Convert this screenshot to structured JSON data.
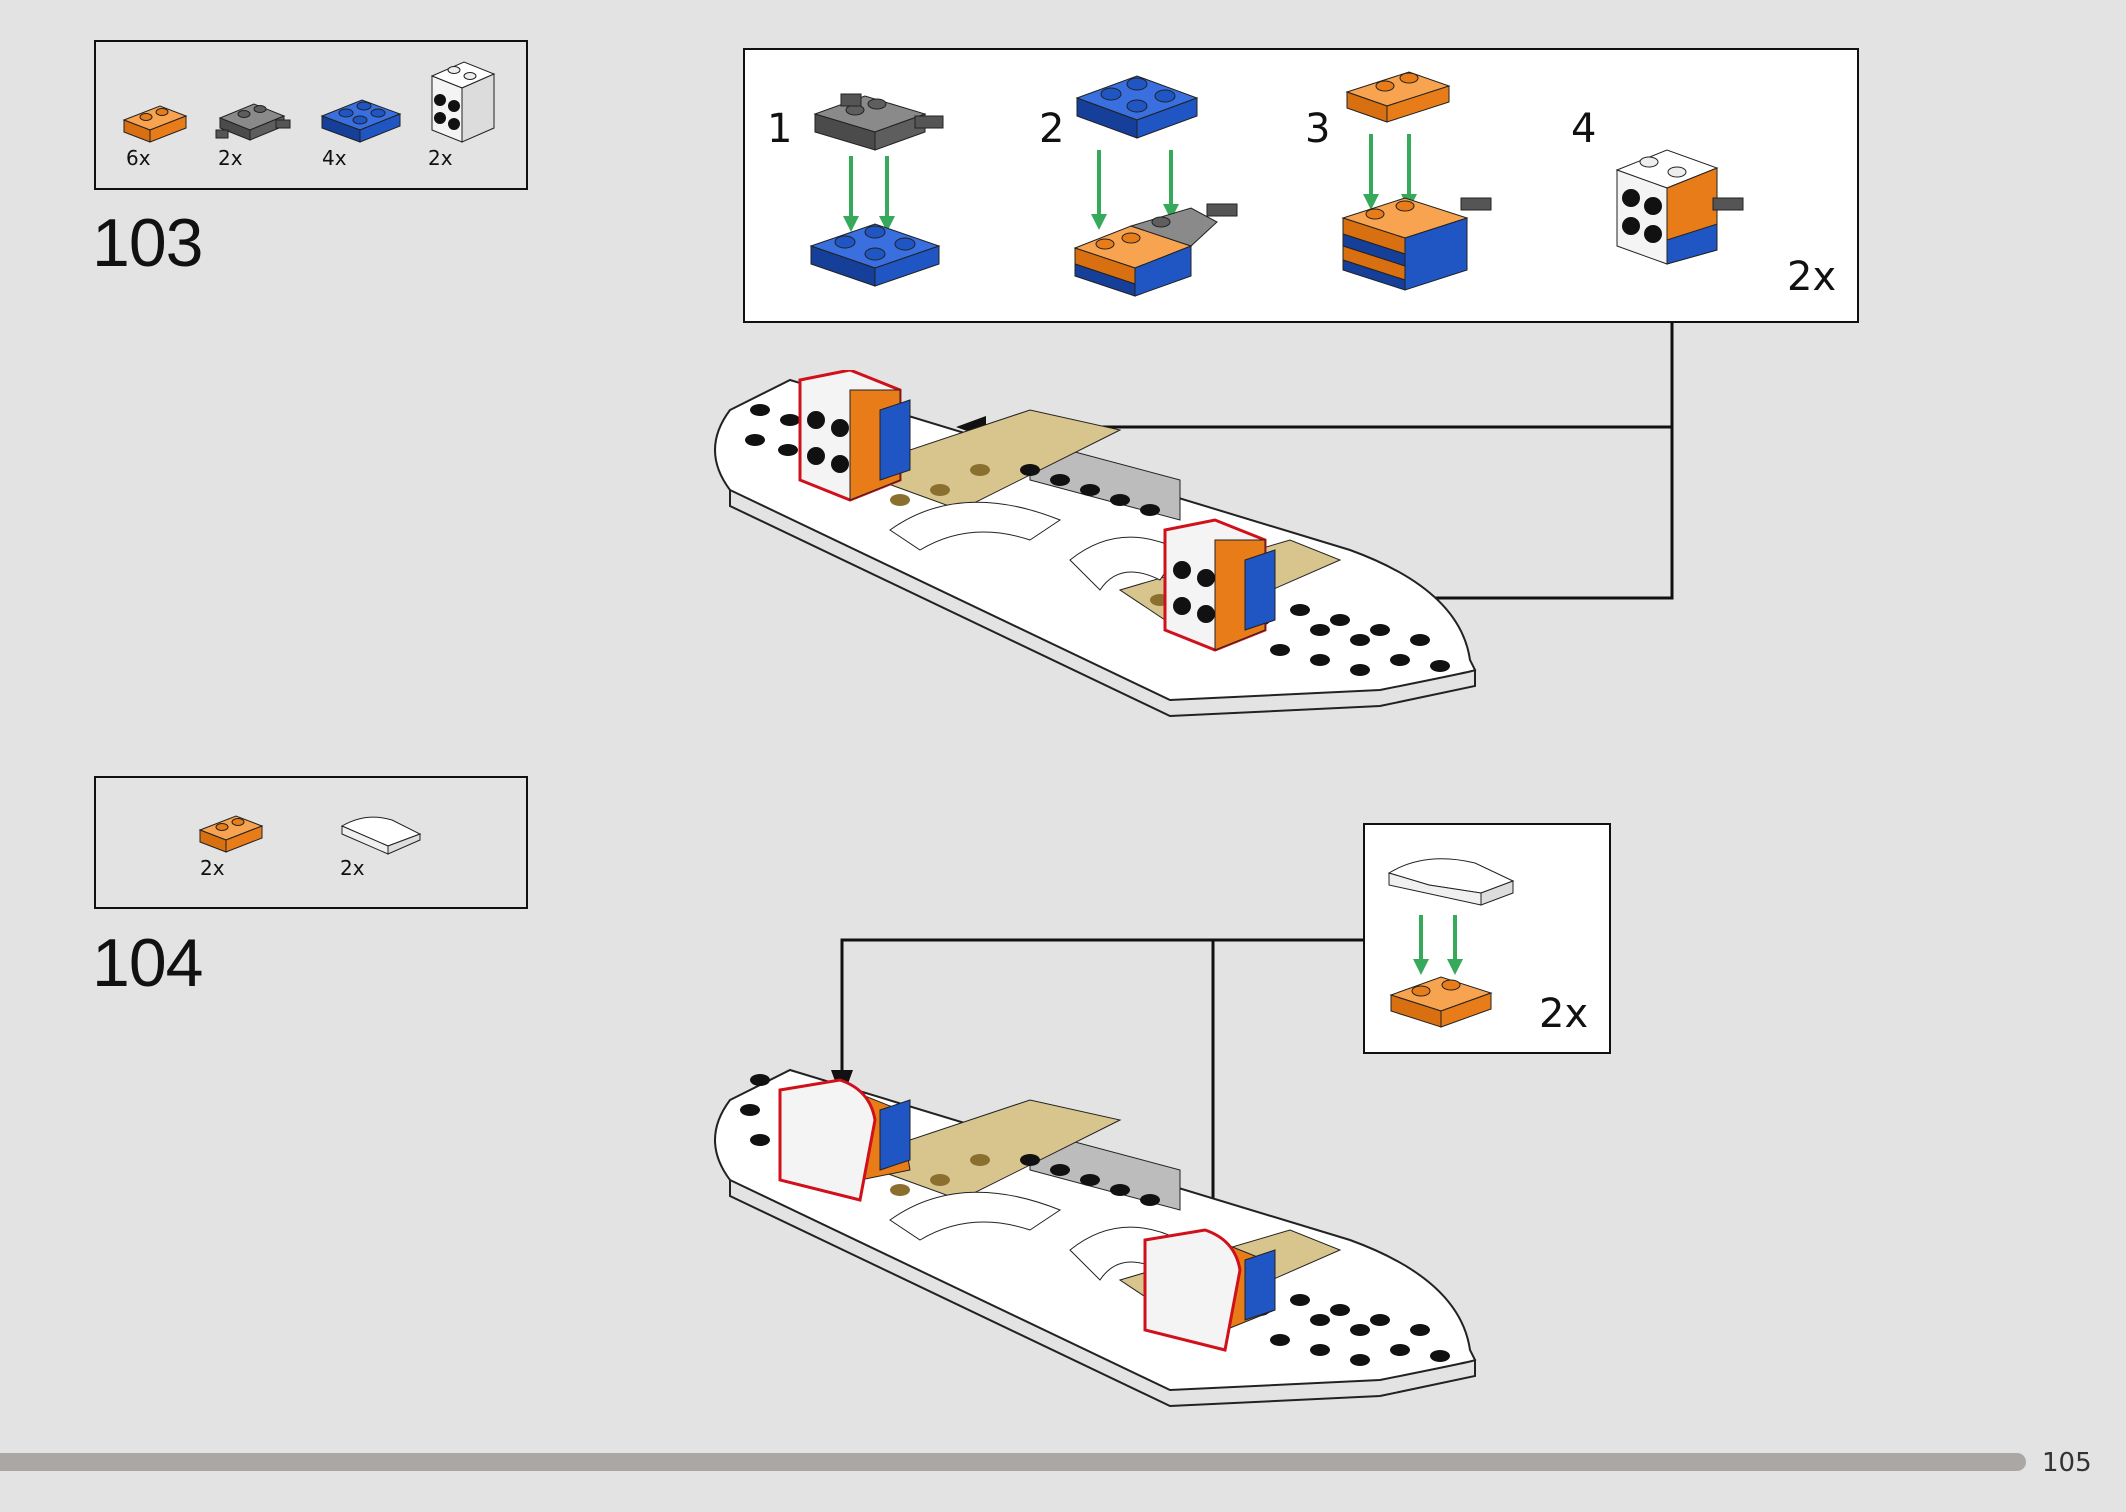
{
  "page": {
    "number": "105"
  },
  "steps": [
    {
      "number": "103",
      "parts": [
        {
          "qty": "6x",
          "icon": "orange-plate-1x2-icon"
        },
        {
          "qty": "2x",
          "icon": "dark-grey-plate-clip-icon"
        },
        {
          "qty": "4x",
          "icon": "blue-plate-2x2-icon"
        },
        {
          "qty": "2x",
          "icon": "white-bracket-studs-icon"
        }
      ],
      "sub_steps": [
        {
          "number": "1"
        },
        {
          "number": "2"
        },
        {
          "number": "3"
        },
        {
          "number": "4"
        }
      ],
      "callout_multiplier": "2x"
    },
    {
      "number": "104",
      "parts": [
        {
          "qty": "2x",
          "icon": "orange-plate-1x2-icon"
        },
        {
          "qty": "2x",
          "icon": "white-curved-slope-icon"
        }
      ],
      "callout_multiplier": "2x"
    }
  ],
  "colors": {
    "background": "#e3e3e3",
    "orange": "#f08a24",
    "blue": "#1f56c4",
    "dark_grey": "#5b5b5b",
    "white": "#ffffff",
    "tan": "#d8c48d",
    "highlight_red": "#d0101a",
    "arrow_green": "#36a95a",
    "progress": "#aaa7a5"
  }
}
